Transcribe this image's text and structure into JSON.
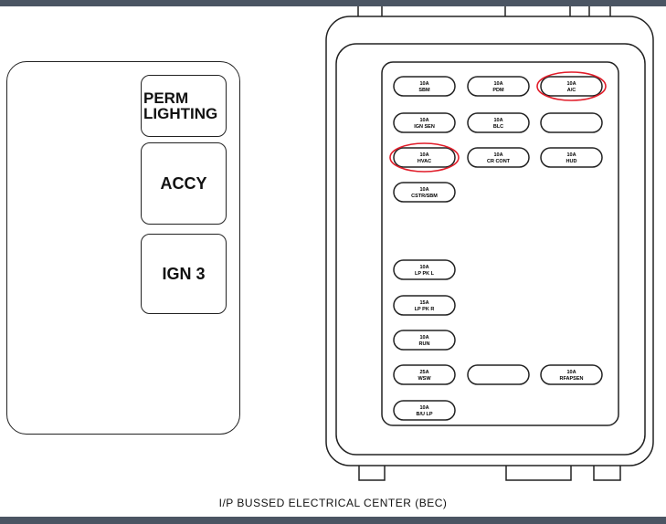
{
  "relays": [
    {
      "id": "perm",
      "label_lines": [
        "PERM",
        "LIGHTING"
      ]
    },
    {
      "id": "accy",
      "label_lines": [
        "ACCY"
      ]
    },
    {
      "id": "ign3",
      "label_lines": [
        "IGN 3"
      ]
    }
  ],
  "fuses": [
    {
      "row": 0,
      "col": 0,
      "rating": "10A",
      "name": "SBM",
      "highlight": false
    },
    {
      "row": 0,
      "col": 1,
      "rating": "10A",
      "name": "PDM",
      "highlight": false
    },
    {
      "row": 0,
      "col": 2,
      "rating": "10A",
      "name": "A/C",
      "highlight": true
    },
    {
      "row": 1,
      "col": 0,
      "rating": "10A",
      "name": "IGN SEN",
      "highlight": false
    },
    {
      "row": 1,
      "col": 1,
      "rating": "10A",
      "name": "BLC",
      "highlight": false
    },
    {
      "row": 1,
      "col": 2,
      "rating": "",
      "name": "",
      "highlight": false
    },
    {
      "row": 2,
      "col": 0,
      "rating": "10A",
      "name": "HVAC",
      "highlight": true
    },
    {
      "row": 2,
      "col": 1,
      "rating": "10A",
      "name": "CR CONT",
      "highlight": false
    },
    {
      "row": 2,
      "col": 2,
      "rating": "10A",
      "name": "HUD",
      "highlight": false
    },
    {
      "row": 3,
      "col": 0,
      "rating": "10A",
      "name": "CSTR/SBM",
      "highlight": false
    },
    {
      "row": 5,
      "col": 0,
      "rating": "10A",
      "name": "LP PK L",
      "highlight": false
    },
    {
      "row": 6,
      "col": 0,
      "rating": "15A",
      "name": "LP PK R",
      "highlight": false
    },
    {
      "row": 7,
      "col": 0,
      "rating": "10A",
      "name": "RUN",
      "highlight": false
    },
    {
      "row": 8,
      "col": 0,
      "rating": "25A",
      "name": "WSW",
      "highlight": false
    },
    {
      "row": 8,
      "col": 1,
      "rating": "",
      "name": "",
      "highlight": false
    },
    {
      "row": 8,
      "col": 2,
      "rating": "10A",
      "name": "RFAPSEN",
      "highlight": false
    },
    {
      "row": 9,
      "col": 0,
      "rating": "10A",
      "name": "B/U LP",
      "highlight": false
    }
  ],
  "colors": {
    "line": "#222222",
    "highlight": "#e11d2a",
    "bar": "#4b5563"
  },
  "caption": "I/P BUSSED ELECTRICAL CENTER (BEC)"
}
